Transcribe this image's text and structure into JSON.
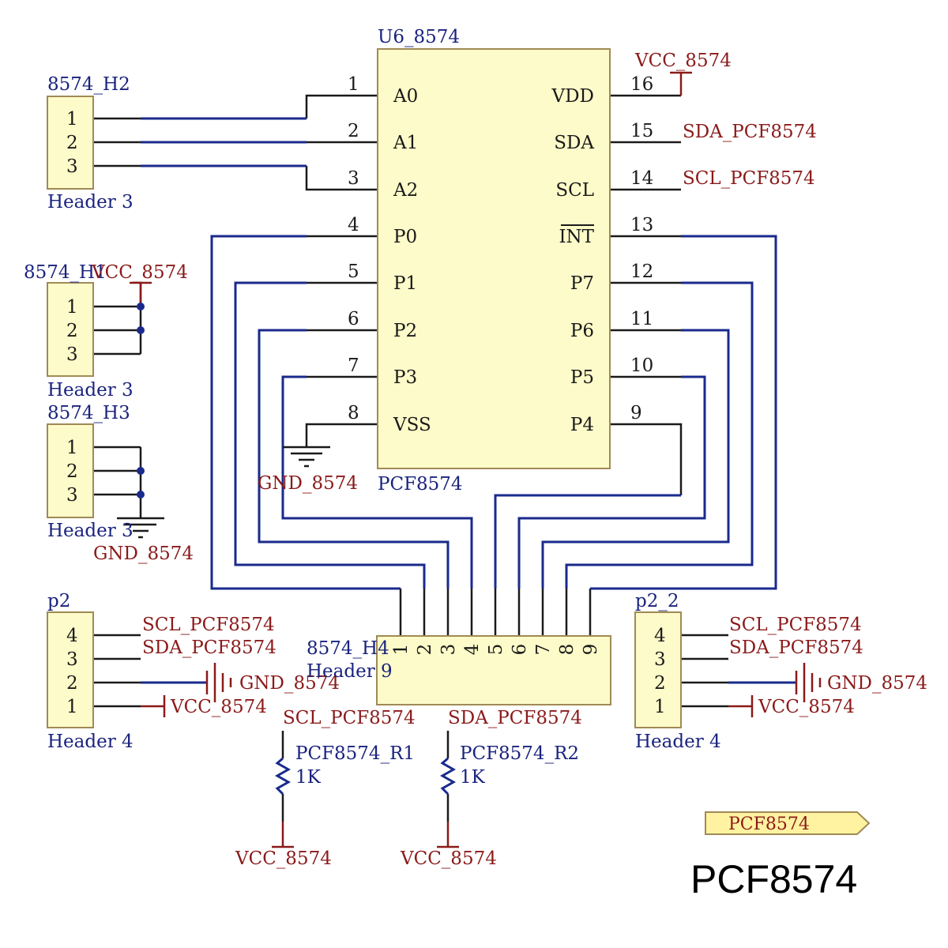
{
  "chip": {
    "designator": "U6_8574",
    "part": "PCF8574",
    "left_pins": [
      {
        "num": "1",
        "name": "A0"
      },
      {
        "num": "2",
        "name": "A1"
      },
      {
        "num": "3",
        "name": "A2"
      },
      {
        "num": "4",
        "name": "P0"
      },
      {
        "num": "5",
        "name": "P1"
      },
      {
        "num": "6",
        "name": "P2"
      },
      {
        "num": "7",
        "name": "P3"
      },
      {
        "num": "8",
        "name": "VSS"
      }
    ],
    "right_pins": [
      {
        "num": "16",
        "name": "VDD"
      },
      {
        "num": "15",
        "name": "SDA"
      },
      {
        "num": "14",
        "name": "SCL"
      },
      {
        "num": "13",
        "name": "INT"
      },
      {
        "num": "12",
        "name": "P7"
      },
      {
        "num": "11",
        "name": "P6"
      },
      {
        "num": "10",
        "name": "P5"
      },
      {
        "num": "9",
        "name": "P4"
      }
    ],
    "right_nets": {
      "vdd": "VCC_8574",
      "sda": "SDA_PCF8574",
      "scl": "SCL_PCF8574"
    },
    "vss_net": "GND_8574"
  },
  "headers": {
    "h2": {
      "designator": "8574_H2",
      "type": "Header 3",
      "pins": [
        "1",
        "2",
        "3"
      ]
    },
    "h1": {
      "designator": "8574_H1",
      "type": "Header 3",
      "pins": [
        "1",
        "2",
        "3"
      ],
      "net": "VCC_8574"
    },
    "h3": {
      "designator": "8574_H3",
      "type": "Header 3",
      "pins": [
        "1",
        "2",
        "3"
      ],
      "net": "GND_8574"
    },
    "p2": {
      "designator": "p2",
      "type": "Header 4",
      "pins": [
        "4",
        "3",
        "2",
        "1"
      ],
      "nets": [
        "SCL_PCF8574",
        "SDA_PCF8574",
        "GND_8574",
        "VCC_8574"
      ]
    },
    "p2_2": {
      "designator": "p2_2",
      "type": "Header 4",
      "pins": [
        "4",
        "3",
        "2",
        "1"
      ],
      "nets": [
        "SCL_PCF8574",
        "SDA_PCF8574",
        "GND_8574",
        "VCC_8574"
      ]
    },
    "h4": {
      "designator": "8574_H4",
      "type": "Header 9",
      "pins": [
        "1",
        "2",
        "3",
        "4",
        "5",
        "6",
        "7",
        "8",
        "9"
      ]
    }
  },
  "resistors": {
    "r1": {
      "designator": "PCF8574_R1",
      "value": "1K",
      "top_net": "SCL_PCF8574",
      "bottom_net": "VCC_8574"
    },
    "r2": {
      "designator": "PCF8574_R2",
      "value": "1K",
      "top_net": "SDA_PCF8574",
      "bottom_net": "VCC_8574"
    }
  },
  "port_label": "PCF8574",
  "caption": "PCF8574",
  "colors": {
    "wire_black": "#1a1a1a",
    "wire_blue": "#1a2a8c",
    "text_blue": "#1a237e",
    "text_red": "#8b1a1a",
    "component_fill": "#fdfbc9",
    "port_fill": "#fff2a0"
  }
}
